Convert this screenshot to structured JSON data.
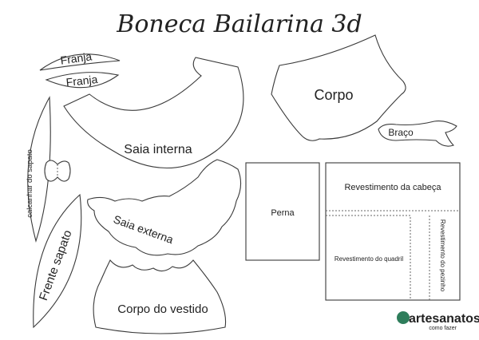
{
  "title": "Boneca Bailarina 3d",
  "pieces": {
    "franja_1": "Franja",
    "franja_2": "Franja",
    "saia_interna": "Saia interna",
    "corpo": "Corpo",
    "braco": "Braço",
    "calcanhar_sapato": "calcanhar do sapato",
    "frente_sapato": "Frente sapato",
    "saia_externa": "Saia externa",
    "corpo_vestido": "Corpo do vestido",
    "perna": "Perna",
    "revestimento_cabeca": "Revestimento da cabeça",
    "revestimento_quadril": "Revestimento do quadril",
    "revestimento_pezinho": "Revestimento do pezinho"
  },
  "logo": {
    "brand": "artesanatos",
    "tagline": "como fazer",
    "brand_color": "#2e7d5b"
  }
}
